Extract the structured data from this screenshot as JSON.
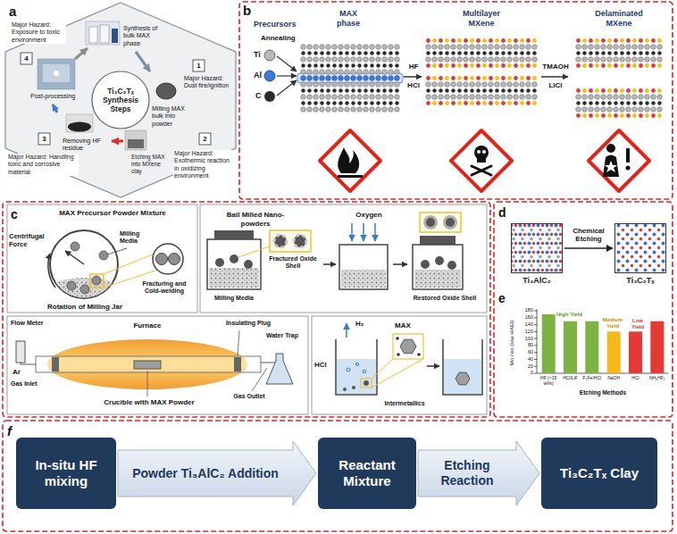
{
  "diagram": {
    "nodes": [
      {
        "text": [
          "Ti₃C₂Tₓ Synthesis Steps"
        ]
      },
      {
        "text": [
          "Ti₃AlC₂"
        ]
      },
      {
        "text": [
          "Ti₃C₂Tₓ"
        ]
      },
      {
        "text": [
          "In-situ HF mixing"
        ]
      },
      {
        "text": [
          "Reactant Mixture"
        ]
      },
      {
        "text": [
          "Ti₃C₂Tₓ Clay"
        ]
      }
    ],
    "edges": [
      {
        "from": 1,
        "to": 2,
        "label": "Chemical Etching",
        "arrow": "to"
      },
      {
        "from": 3,
        "to": 4,
        "label": "Powder Ti₃AlC₂ Addition",
        "arrow": "to"
      },
      {
        "from": 4,
        "to": 5,
        "label": "Etching Reaction",
        "arrow": "to"
      }
    ],
    "labels": [
      "a",
      "Synthesis of bulk MAX phase",
      "1",
      "Major Hazard: Dust fire/ignition",
      "Milling MAX bulk into powder",
      "Major Hazard: Exposure to toxic environment",
      "4",
      "Post-processing",
      "Etching MAX into MXene clay",
      "Removing HF residue",
      "3",
      "2",
      "Major Hazard: Handling toxic and corrosive material",
      "Major Hazard: Exothermic reaction in oxidizing environment",
      "b",
      "Precursors",
      "MAX phase",
      "Multilayer MXene",
      "Delaminated MXene",
      "Annealing",
      "Ti",
      "Al",
      "C",
      "HF",
      "HCl",
      "TMAOH",
      "LiCl",
      "c",
      "MAX Precursor Powder Mixture",
      "Centrifugal Force",
      "Milling Media",
      "Fracturing and Cold-welding",
      "Rotation of Milling Jar",
      "Ball Milled Nano-powders",
      "Oxygen",
      "Fractured Oxide Shell",
      "Milling Media",
      "Restored Oxide Shell",
      "Flow Meter",
      "Furnace",
      "Insulating Plug",
      "Water Trap",
      "Ar",
      "Gas Inlet",
      "Gas Outlet",
      "Crucible with MAX Powder",
      "H₂",
      "MAX",
      "HCl",
      "Intermetallics",
      "d",
      "e",
      "Mo / eo (Iow HAEI)",
      "180",
      "160",
      "140",
      "120",
      "100",
      "80",
      "60",
      "40",
      "20",
      "0",
      "High Yield",
      "Medium Yield",
      "Low Yield",
      "HF (>15 wt%)",
      "HCl/LiF",
      "F₂Fe/HCl",
      "NaOH",
      "HCl",
      "NH₄HF₂",
      "Etching Methods",
      "f"
    ]
  }
}
